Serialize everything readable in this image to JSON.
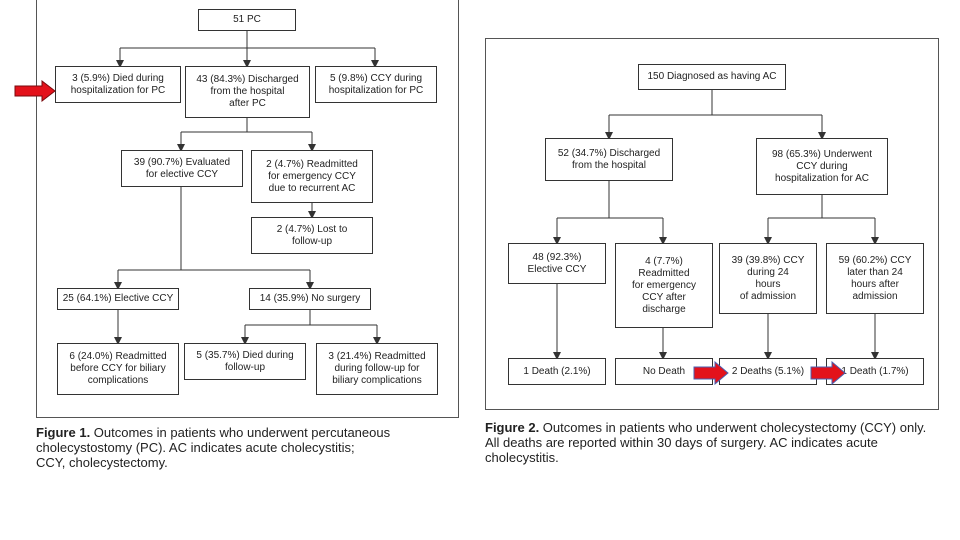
{
  "figure1": {
    "nodes": {
      "root": "51 PC",
      "died": "3 (5.9%) Died during\nhospitalization for PC",
      "discharged": "43 (84.3%) Discharged\nfrom the hospital\nafter PC",
      "ccy": "5 (9.8%) CCY during\nhospitalization for PC",
      "evaluated": "39 (90.7%) Evaluated\nfor elective CCY",
      "readmitted": "2 (4.7%) Readmitted\nfor emergency CCY\ndue to recurrent AC",
      "lost": "2 (4.7%) Lost to\nfollow-up",
      "elective": "25 (64.1%) Elective CCY",
      "nosurgery": "14 (35.9%) No surgery",
      "readm_before": "6 (24.0%) Readmitted\nbefore CCY for biliary\ncomplications",
      "died_followup": "5 (35.7%) Died during\nfollow-up",
      "readm_during": "3 (21.4%) Readmitted\nduring follow-up for\nbiliary complications"
    },
    "caption_label": "Figure 1.",
    "caption_text": " Outcomes in patients who underwent percutaneous\ncholecystostomy (PC). AC indicates acute cholecystitis;\nCCY, cholecystectomy."
  },
  "figure2": {
    "nodes": {
      "root": "150 Diagnosed as having AC",
      "discharged": "52 (34.7%) Discharged\nfrom the hospital",
      "underwent": "98 (65.3%) Underwent\nCCY during\nhospitalization for AC",
      "elective": "48 (92.3%)\nElective CCY",
      "readmitted": "4 (7.7%)\nReadmitted\nfor emergency\nCCY after\ndischarge",
      "within24": "39 (39.8%) CCY\nduring 24\nhours\nof admission",
      "later24": "59 (60.2%) CCY\nlater than 24\nhours after\nadmission",
      "death1": "1 Death (2.1%)",
      "nodeath": "No Death",
      "deaths2": "2 Deaths (5.1%)",
      "death3": "1 Death (1.7%)"
    },
    "caption_label": "Figure 2.",
    "caption_text": " Outcomes in patients who underwent cholecystectomy (CCY) only.\nAll deaths are reported within 30 days of surgery. AC indicates acute\ncholecystitis."
  },
  "colors": {
    "highlight_arrow": "#e3121b",
    "line": "#333333"
  }
}
